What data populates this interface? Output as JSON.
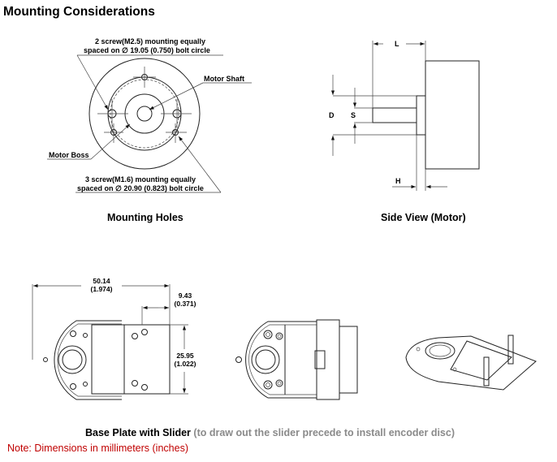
{
  "page": {
    "title": "Mounting Considerations",
    "note": "Note: Dimensions in millimeters (inches)",
    "colors": {
      "note": "#c00000",
      "caption_secondary": "#8a8a8a"
    }
  },
  "mounting_holes": {
    "caption": "Mounting Holes",
    "callout_2screw_line1": "2 screw(M2.5) mounting equally",
    "callout_2screw_line2": "spaced on ∅ 19.05 (0.750) bolt circle",
    "callout_shaft": "Motor Shaft",
    "callout_boss": "Motor Boss",
    "callout_3screw_line1": "3 screw(M1.6) mounting equally",
    "callout_3screw_line2": "spaced on ∅ 20.90 (0.823) bolt circle"
  },
  "side_view": {
    "caption": "Side View (Motor)",
    "dim_L": "L",
    "dim_D": "D",
    "dim_S": "S",
    "dim_H": "H"
  },
  "base_plate": {
    "caption_main": "Base Plate with Slider",
    "caption_secondary": "(to draw out the slider precede to install encoder disc)",
    "dim_width_mm": "50.14",
    "dim_width_in": "(1.974)",
    "dim_slider_mm": "9.43",
    "dim_slider_in": "(0.371)",
    "dim_height_mm": "25.95",
    "dim_height_in": "(1.022)"
  }
}
